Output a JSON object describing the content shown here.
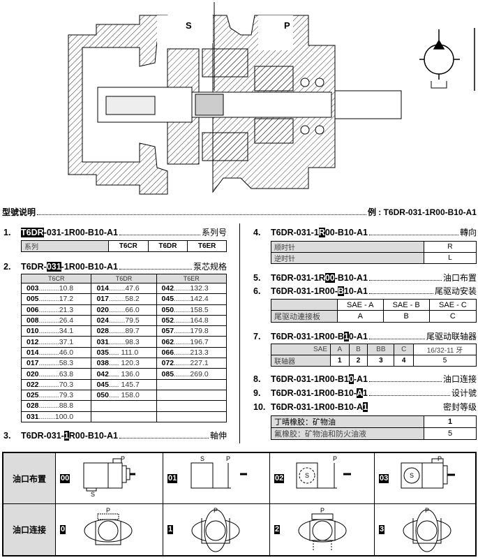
{
  "drawing": {
    "label_s": "S",
    "label_p": "P"
  },
  "header": {
    "title": "型號说明",
    "example": "例 : T6DR-031-1R00-B10-A1"
  },
  "items": [
    {
      "num": "1.",
      "pre": "",
      "hl": "T6DR",
      "post": "-031-1R00-B10-A1",
      "desc": "系列号"
    },
    {
      "num": "2.",
      "pre": "T6DR-",
      "hl": "031",
      "post": "-1R00-B10-A1",
      "desc": "泵芯规格"
    },
    {
      "num": "3.",
      "pre": "T6DR-031-",
      "hl": "1",
      "post": "R00-B10-A1",
      "desc": "軸伸"
    },
    {
      "num": "4.",
      "pre": "T6DR-031-1",
      "hl": "R",
      "post": "00-B10-A1",
      "desc": "轉向"
    },
    {
      "num": "5.",
      "pre": "T6DR-031-1R",
      "hl": "00",
      "post": "-B10-A1",
      "desc": "油口布置"
    },
    {
      "num": "6.",
      "pre": "T6DR-031-1R00-",
      "hl": "B",
      "post": "10-A1",
      "desc": "尾驱动安装"
    },
    {
      "num": "7.",
      "pre": "T6DR-031-1R00-B",
      "hl": "1",
      "post": "0-A1",
      "desc": "尾驱动联轴器"
    },
    {
      "num": "8.",
      "pre": "T6DR-031-1R00-B1",
      "hl": "0",
      "post": "-A1",
      "desc": "油口连接"
    },
    {
      "num": "9.",
      "pre": "T6DR-031-1R00-B10-",
      "hl": "A",
      "post": "1",
      "desc": "设计號"
    },
    {
      "num": "10.",
      "pre": "T6DR-031-1R00-B10-A",
      "hl": "1",
      "post": "",
      "desc": "密封等级"
    }
  ],
  "series_table": {
    "label": "系列",
    "values": [
      "T6CR",
      "T6DR",
      "T6ER"
    ]
  },
  "displacement_table": {
    "headers": [
      "T6CR",
      "T6DR",
      "T6ER"
    ],
    "rows": [
      [
        [
          "003",
          "..........10.8"
        ],
        [
          "014",
          "........47.6"
        ],
        [
          "042",
          "........132.3"
        ]
      ],
      [
        [
          "005",
          "..........17.2"
        ],
        [
          "017",
          "........58.2"
        ],
        [
          "045",
          "........142.4"
        ]
      ],
      [
        [
          "006",
          "..........21.3"
        ],
        [
          "020",
          "........66.0"
        ],
        [
          "050",
          "........158.5"
        ]
      ],
      [
        [
          "008",
          "..........26.4"
        ],
        [
          "024",
          "........79.5"
        ],
        [
          "052",
          "........164.8"
        ]
      ],
      [
        [
          "010",
          "..........34.1"
        ],
        [
          "028",
          "........89.7"
        ],
        [
          "057",
          "........179.8"
        ]
      ],
      [
        [
          "012",
          "..........37.1"
        ],
        [
          "031",
          "........98.3"
        ],
        [
          "062",
          "........196.7"
        ]
      ],
      [
        [
          "014",
          "..........46.0"
        ],
        [
          "035",
          "..... 111.0"
        ],
        [
          "066",
          "........213.3"
        ]
      ],
      [
        [
          "017",
          "..........58.3"
        ],
        [
          "038",
          "..... 120.3"
        ],
        [
          "072",
          "........227.1"
        ]
      ],
      [
        [
          "020",
          "..........63.8"
        ],
        [
          "042",
          "..... 136.0"
        ],
        [
          "085",
          "........269.0"
        ]
      ],
      [
        [
          "022",
          "..........70.3"
        ],
        [
          "045",
          "..... 145.7"
        ],
        [
          "",
          ""
        ]
      ],
      [
        [
          "025",
          "..........79.3"
        ],
        [
          "050",
          "..... 158.0"
        ],
        [
          "",
          ""
        ]
      ],
      [
        [
          "028",
          "..........88.8"
        ],
        [
          "",
          ""
        ],
        [
          "",
          ""
        ]
      ],
      [
        [
          "031",
          "........100.0"
        ],
        [
          "",
          ""
        ],
        [
          "",
          ""
        ]
      ]
    ]
  },
  "rotation_table": [
    {
      "label": "顺时针",
      "value": "R"
    },
    {
      "label": "逆时针",
      "value": "L"
    }
  ],
  "mount_table": {
    "headers": [
      "SAE - A",
      "SAE - B",
      "SAE - C"
    ],
    "label": "尾驱动連接板",
    "values": [
      "A",
      "B",
      "C"
    ]
  },
  "coupling_table": {
    "header_label": "SAE",
    "headers": [
      "A",
      "B",
      "BB",
      "C",
      "16/32-11 牙"
    ],
    "label": "联轴器",
    "values": [
      "1",
      "2",
      "3",
      "4",
      "5"
    ]
  },
  "seal_table": [
    {
      "label": "丁晴橡胶：矿物油",
      "value": "1"
    },
    {
      "label": "氟橡胶：矿物油和防火油液",
      "value": "5"
    }
  ],
  "ports": {
    "row1_label": "油口布置",
    "row2_label": "油口连接",
    "layouts": [
      {
        "code": "00",
        "s": "S",
        "p": "P"
      },
      {
        "code": "01",
        "s": "S",
        "p": "P"
      },
      {
        "code": "02",
        "s": "S",
        "p": "P"
      },
      {
        "code": "03",
        "s": "S",
        "p": "P"
      }
    ],
    "connections": [
      {
        "code": "0",
        "p": "P"
      },
      {
        "code": "1",
        "p": "P"
      },
      {
        "code": "2",
        "p": "P"
      },
      {
        "code": "3",
        "p": "P"
      }
    ]
  }
}
